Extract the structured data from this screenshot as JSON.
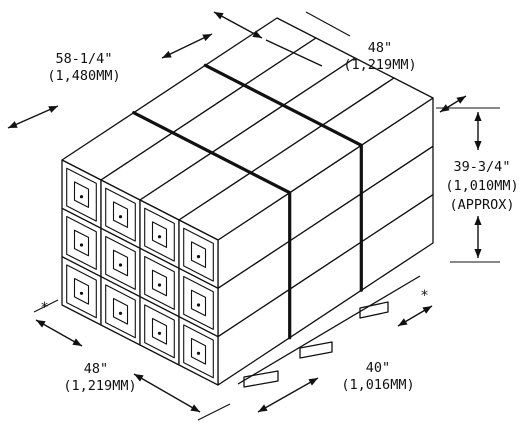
{
  "colors": {
    "ink": "#111111",
    "paper": "#ffffff",
    "strap": "#111111"
  },
  "dimensions": {
    "top_left": {
      "imperial": "58-1/4\"",
      "metric": "(1,480MM)"
    },
    "top_right": {
      "imperial": "48\"",
      "metric": "(1,219MM)"
    },
    "height": {
      "imperial": "39-3/4\"",
      "metric": "(1,010MM)",
      "note": "(APPROX)"
    },
    "bottom_left": {
      "imperial": "48\"",
      "metric": "(1,219MM)"
    },
    "bottom_right": {
      "imperial": "40\"",
      "metric": "(1,016MM)"
    }
  },
  "markers": {
    "asterisk": "*"
  },
  "pallet": {
    "rows": 3,
    "front_columns": 4,
    "side_columns": 3
  }
}
